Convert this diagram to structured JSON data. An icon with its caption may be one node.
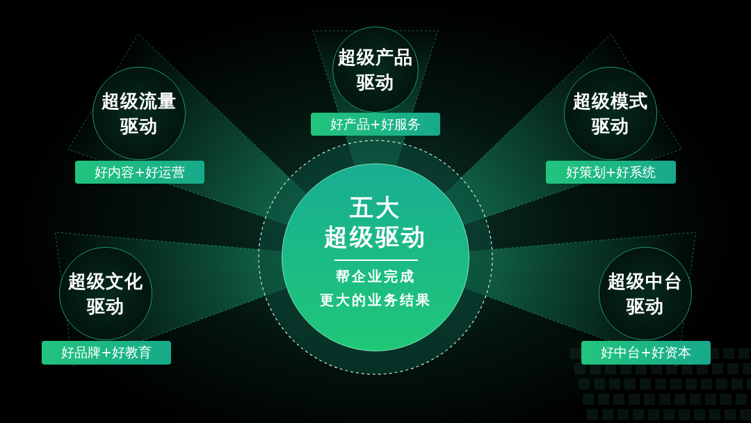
{
  "diagram": {
    "nodes": [
      {
        "text": [
          "超级产品驱动"
        ]
      },
      {
        "text": [
          "好产品+好服务"
        ]
      },
      {
        "text": [
          "超级流量驱动"
        ]
      },
      {
        "text": [
          "好内容+好运营"
        ]
      },
      {
        "text": [
          "超级模式驱动"
        ]
      },
      {
        "text": [
          "好策划+好系统"
        ]
      },
      {
        "text": [
          "五大",
          "超级驱动",
          "帮企业完成",
          "更大的业务结果"
        ]
      },
      {
        "text": [
          "超级文化驱动"
        ]
      },
      {
        "text": [
          "好品牌+好教育"
        ]
      },
      {
        "text": [
          "超级中台驱动"
        ]
      },
      {
        "text": [
          "好中台+好资本"
        ]
      }
    ]
  }
}
